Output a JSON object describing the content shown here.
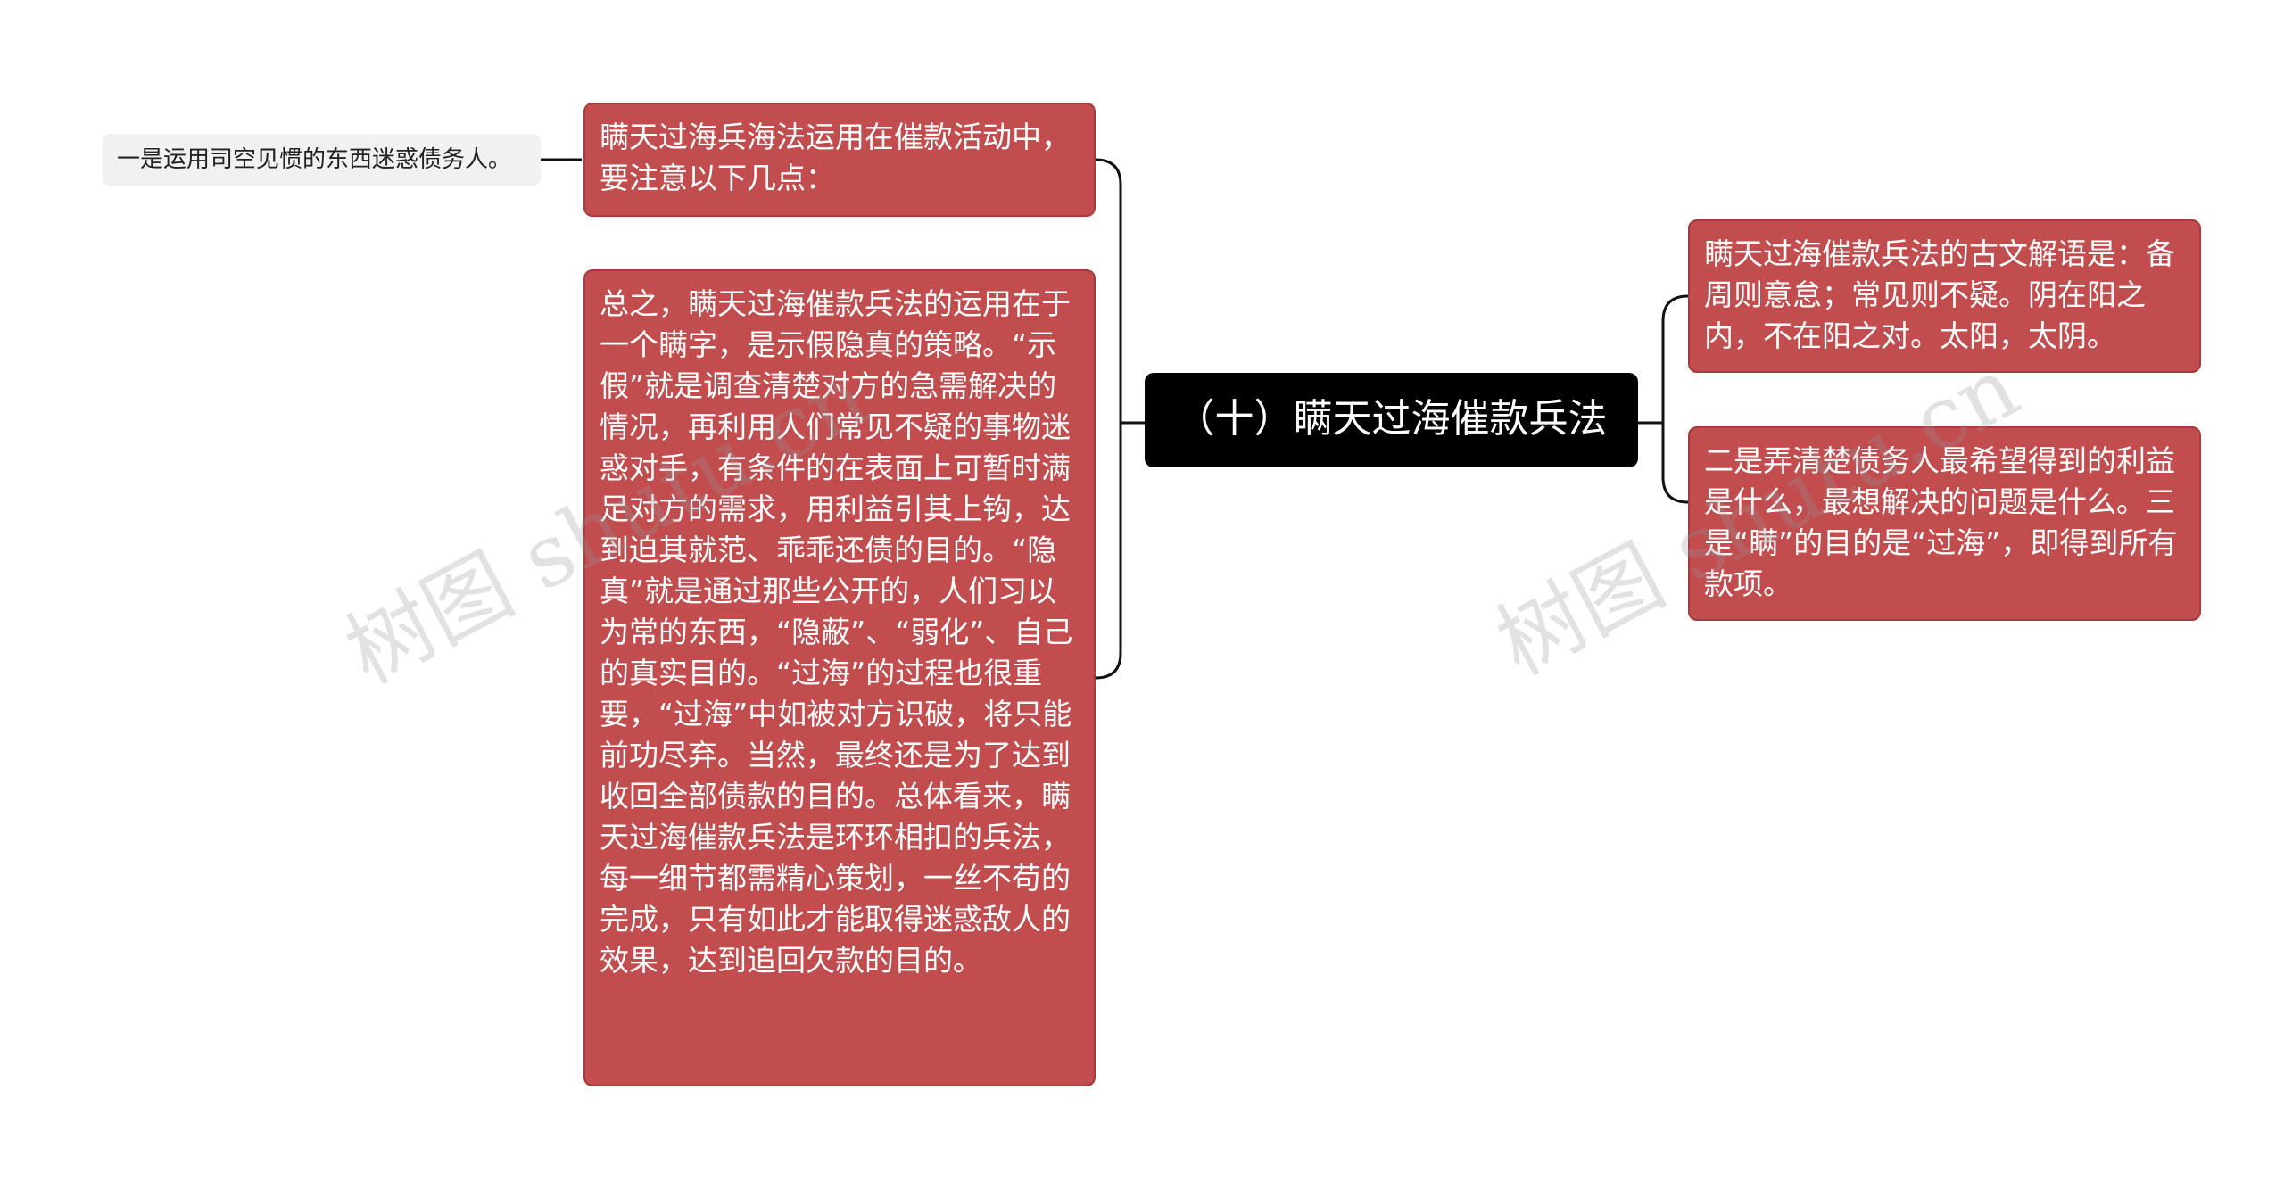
{
  "mindmap": {
    "root": {
      "text": "（十）瞒天过海催款兵法"
    },
    "left_children": [
      {
        "text": "瞒天过海兵海法运用在催款活动中，要注意以下几点：",
        "children": [
          {
            "text": "一是运用司空见惯的东西迷惑债务人。"
          }
        ]
      },
      {
        "text": "总之，瞒天过海催款兵法的运用在于一个瞒字，是示假隐真的策略。“示假”就是调查清楚对方的急需解决的情况，再利用人们常见不疑的事物迷惑对手，有条件的在表面上可暂时满足对方的需求，用利益引其上钩，达到迫其就范、乖乖还债的目的。“隐真”就是通过那些公开的，人们习以为常的东西，“隐蔽”、“弱化”、自己的真实目的。“过海”的过程也很重要，“过海”中如被对方识破，将只能前功尽弃。当然，最终还是为了达到收回全部债款的目的。总体看来，瞒天过海催款兵法是环环相扣的兵法，每一细节都需精心策划，一丝不苟的完成，只有如此才能取得迷惑敌人的效果，达到追回欠款的目的。"
      }
    ],
    "right_children": [
      {
        "text": "瞒天过海催款兵法的古文解语是：备周则意怠；常见则不疑。阴在阳之内，不在阳之对。太阳，太阴。"
      },
      {
        "text": "二是弄清楚债务人最希望得到的利益是什么，最想解决的问题是什么。三是“瞒”的目的是“过海”，即得到所有款项。"
      }
    ]
  },
  "watermark": {
    "left": "树图 shutu.cn",
    "right": "树图 shutu.cn"
  },
  "colors": {
    "node_fill": "#c14d4f",
    "root_fill": "#000000",
    "leaf_fill": "#f1f1f1",
    "connector": "#111111"
  }
}
